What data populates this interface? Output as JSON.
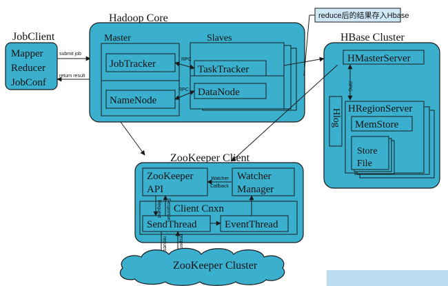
{
  "colors": {
    "fill": "#3bb0ce",
    "line": "#1a1a1a",
    "note_bg": "#cfe8f6",
    "corner_bg": "#bcdcf2"
  },
  "jobclient": {
    "title": "JobClient",
    "items": [
      "Mapper",
      "Reducer",
      "JobConf"
    ]
  },
  "hadoop_core": {
    "title": "Hadoop Core",
    "master": "Master",
    "slaves": "Slaves",
    "jobtracker": "JobTracker",
    "tasktracker": "TaskTracker",
    "namenode": "NameNode",
    "datanode": "DataNode",
    "rpc": "RPC"
  },
  "edges": {
    "submit_job": "submit job",
    "return_result": "return result"
  },
  "note": "reduce后的结果存入Hbase",
  "hbase": {
    "title": "HBase Cluster",
    "hmaster": "HMasterServer",
    "rpc": "RPC",
    "hlog": "Hlog",
    "hregion": "HRegionServer",
    "memstore": "MemStore",
    "store": "Store",
    "file": "File"
  },
  "zk_client": {
    "title": "ZooKeeper Client",
    "zk_api_line1": "ZooKeeper",
    "zk_api_line2": "API",
    "watcher_line1": "Watcher",
    "watcher_line2": "Manager",
    "watcher_callback_line1": "Watcher",
    "watcher_callback_line2": "Callback",
    "client_cnxn": "Client Cnxn",
    "send_thread": "SendThread",
    "event_thread": "EventThread",
    "request": "Request",
    "response": "Response"
  },
  "zk_cluster": {
    "title": "ZooKeeper Cluster",
    "request": "request",
    "response": "response"
  }
}
